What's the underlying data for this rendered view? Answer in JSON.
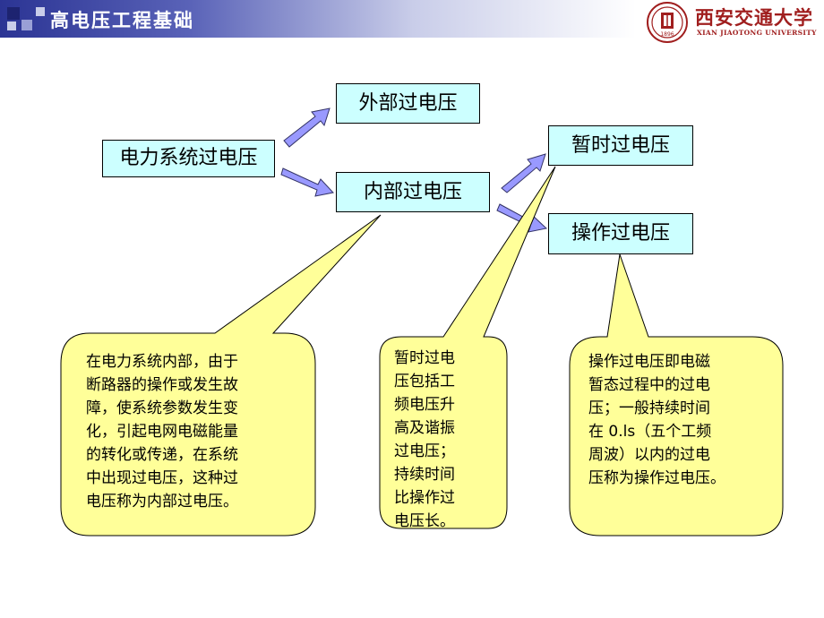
{
  "header": {
    "title": "高电压工程基础",
    "logo_cn": "西安交通大学",
    "logo_en": "XIAN JIAOTONG UNIVERSITY",
    "logo_year": "1896"
  },
  "boxes": {
    "root": "电力系统过电压",
    "external": "外部过电压",
    "internal": "内部过电压",
    "temporary": "暂时过电压",
    "switching": "操作过电压"
  },
  "callouts": {
    "internal": [
      "在电力系统内部，由于",
      "断路器的操作或发生故",
      "障，使系统参数发生变",
      "化，引起电网电磁能量",
      "的转化或传递，在系统",
      "中出现过电压，这种过",
      "电压称为内部过电压。"
    ],
    "temporary": [
      "暂时过电",
      "压包括工",
      "频电压升",
      "高及谐振",
      "过电压；",
      "持续时间",
      "比操作过",
      "电压长。"
    ],
    "switching": [
      "操作过电压即电磁",
      "暂态过程中的过电",
      "压；一般持续时间",
      "在 0.ls（五个工频",
      "周波）以内的过电",
      "压称为操作过电压。"
    ]
  },
  "colors": {
    "box_fill": "#ccffff",
    "callout_fill": "#ffff99",
    "arrow_fill": "#9999ff",
    "header_dark": "#2b3494",
    "logo_red": "#a01e1e"
  }
}
